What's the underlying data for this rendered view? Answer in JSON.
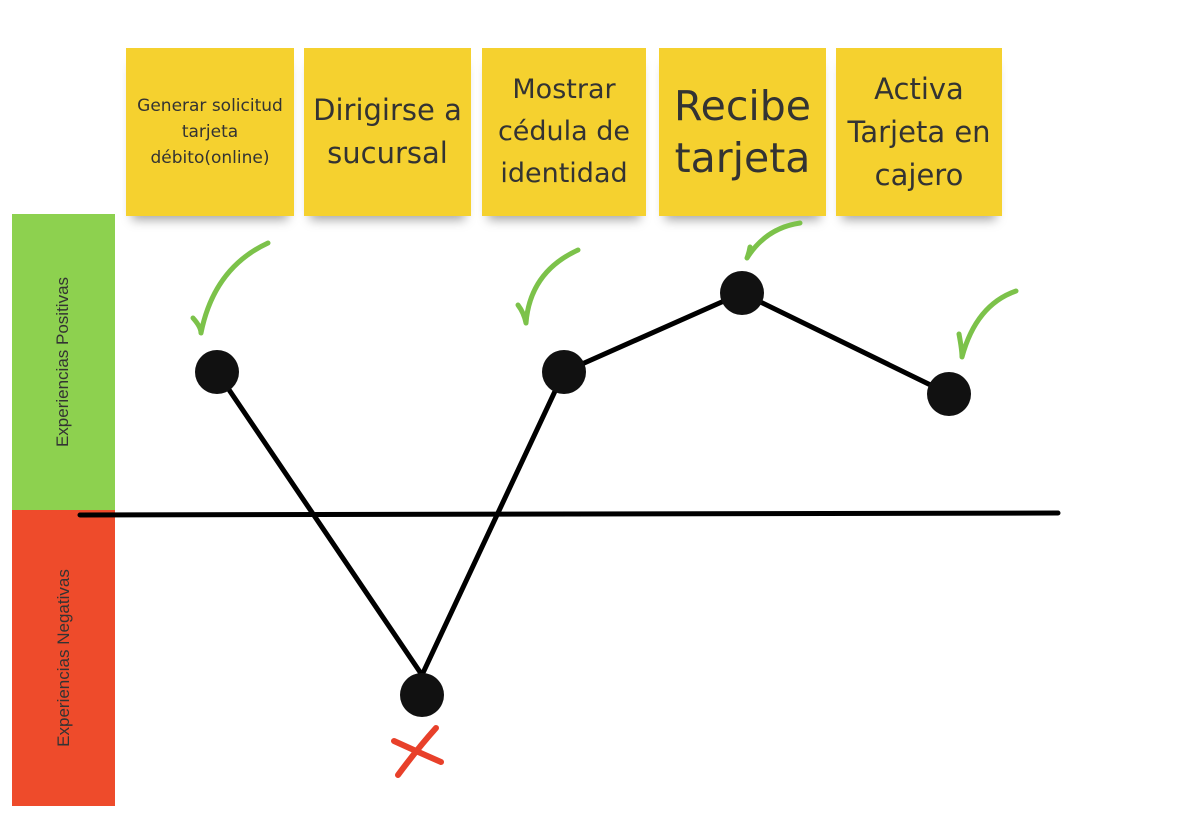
{
  "colors": {
    "positive_band": "#8dd14f",
    "negative_band": "#ee4b2b",
    "sticky_note": "#f5d12f",
    "line": "#000000",
    "check": "#7cc24a",
    "cross": "#e8402a"
  },
  "bands": {
    "positive_label": "Experiencias Positivas",
    "negative_label": "Experiencias Negativas"
  },
  "steps": [
    {
      "label": "Generar solicitud tarjeta débito(online)",
      "experience": "positive",
      "marker": "check-icon"
    },
    {
      "label": "Dirigirse a sucursal",
      "experience": "negative",
      "marker": "cross-icon"
    },
    {
      "label": "Mostrar cédula de identidad",
      "experience": "positive",
      "marker": "check-icon"
    },
    {
      "label": "Recibe tarjeta",
      "experience": "positive",
      "marker": "check-icon"
    },
    {
      "label": "Activa Tarjeta en cajero",
      "experience": "positive",
      "marker": "check-icon"
    }
  ]
}
